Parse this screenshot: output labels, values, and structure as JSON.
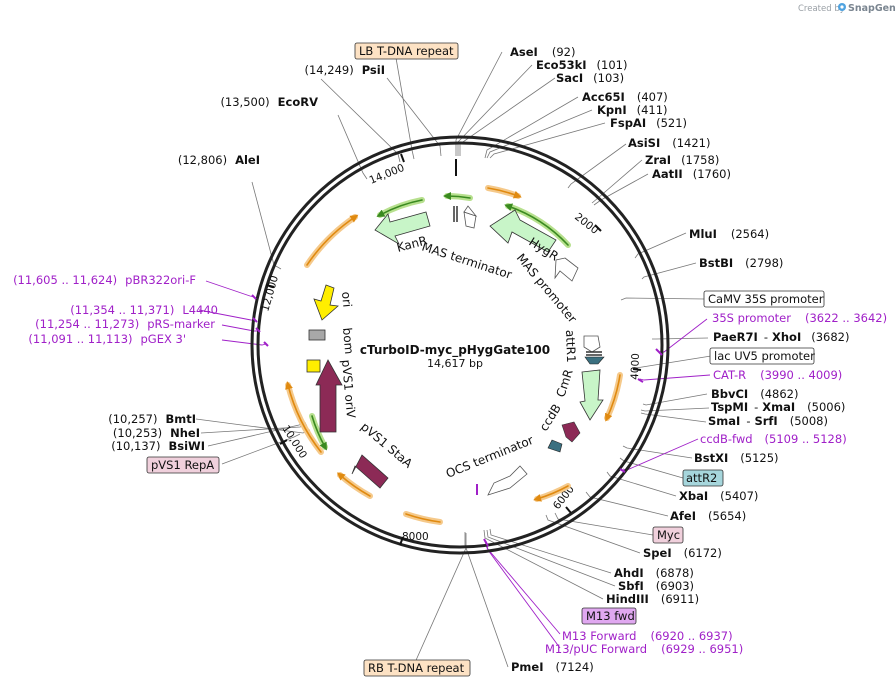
{
  "credit": {
    "prefix": "Created by",
    "brand": "SnapGene"
  },
  "plasmid": {
    "name": "cTurboID-myc_pHygGate100",
    "size": "14,617 bp"
  },
  "ticks": [
    "2000",
    "4000",
    "6000",
    "8000",
    "10,000",
    "12,000",
    "14,000"
  ],
  "sites": [
    {
      "name": "AseI",
      "pos": "(92)"
    },
    {
      "name": "Eco53kI",
      "pos": "(101)"
    },
    {
      "name": "SacI",
      "pos": "(103)"
    },
    {
      "name": "Acc65I",
      "pos": "(407)"
    },
    {
      "name": "KpnI",
      "pos": "(411)"
    },
    {
      "name": "FspAI",
      "pos": "(521)"
    },
    {
      "name": "AsiSI",
      "pos": "(1421)"
    },
    {
      "name": "ZraI",
      "pos": "(1758)"
    },
    {
      "name": "AatII",
      "pos": "(1760)"
    },
    {
      "name": "MluI",
      "pos": "(2564)"
    },
    {
      "name": "BstBI",
      "pos": "(2798)"
    },
    {
      "name": "PaeR7I",
      "name2": "XhoI",
      "pos": "(3682)"
    },
    {
      "name": "BbvCI",
      "pos": "(4862)"
    },
    {
      "name": "TspMI",
      "name2": "XmaI",
      "pos": "(5006)"
    },
    {
      "name": "SmaI",
      "name2": "SrfI",
      "pos": "(5008)"
    },
    {
      "name": "BstXI",
      "pos": "(5125)"
    },
    {
      "name": "XbaI",
      "pos": "(5407)"
    },
    {
      "name": "AfeI",
      "pos": "(5654)"
    },
    {
      "name": "SpeI",
      "pos": "(6172)"
    },
    {
      "name": "AhdI",
      "pos": "(6878)"
    },
    {
      "name": "SbfI",
      "pos": "(6903)"
    },
    {
      "name": "HindIII",
      "pos": "(6911)"
    },
    {
      "name": "PmeI",
      "pos": "(7124)"
    },
    {
      "name": "BsiWI",
      "pos": "(10,137)"
    },
    {
      "name": "NheI",
      "pos": "(10,253)"
    },
    {
      "name": "BmtI",
      "pos": "(10,257)"
    },
    {
      "name": "AleI",
      "pos": "(12,806)"
    },
    {
      "name": "EcoRV",
      "pos": "(13,500)"
    },
    {
      "name": "PsiI",
      "pos": "(14,249)"
    }
  ],
  "primers": [
    {
      "name": "35S promoter",
      "range": "(3622 .. 3642)"
    },
    {
      "name": "CAT-R",
      "range": "(3990 .. 4009)"
    },
    {
      "name": "ccdB-fwd",
      "range": "(5109 .. 5128)"
    },
    {
      "name": "M13 Forward",
      "range": "(6920 .. 6937)"
    },
    {
      "name": "M13/pUC Forward",
      "range": "(6929 .. 6951)"
    },
    {
      "name": "pGEX 3'",
      "range": "(11,091 .. 11,113)"
    },
    {
      "name": "pRS-marker",
      "range": "(11,254 .. 11,273)"
    },
    {
      "name": "L4440",
      "range": "(11,354 .. 11,371)"
    },
    {
      "name": "pBR322ori-F",
      "range": "(11,605 .. 11,624)"
    }
  ],
  "boxed": [
    {
      "text": "LB T-DNA repeat"
    },
    {
      "text": "CaMV 35S promoter"
    },
    {
      "text": "lac UV5 promoter"
    },
    {
      "text": "attR2"
    },
    {
      "text": "Myc"
    },
    {
      "text": "M13 fwd"
    },
    {
      "text": "RB T-DNA repeat"
    },
    {
      "text": "pVS1 RepA"
    }
  ],
  "features": {
    "hygr": "HygR",
    "mas_promoter": "MAS promoter",
    "attr1": "attR1",
    "cmr": "CmR",
    "ccdb": "ccdB",
    "ocs_terminator": "OCS terminator",
    "pvs1_staa": "pVS1 StaA",
    "pvs1_oriv": "pVS1 oriV",
    "bom": "bom",
    "ori": "ori",
    "kanr": "KanR",
    "mas_terminator": "MAS terminator"
  },
  "colors": {
    "backbone": "#222222",
    "orange_arc": "#f0a030",
    "green_arc": "#7ac143",
    "hygr_fill": "#c8f5c8",
    "cmr_fill": "#c8f5c8",
    "maroon": "#8c2a56",
    "teal": "#3b7080",
    "yellow": "#ffee00",
    "primer": "#a020c8"
  }
}
